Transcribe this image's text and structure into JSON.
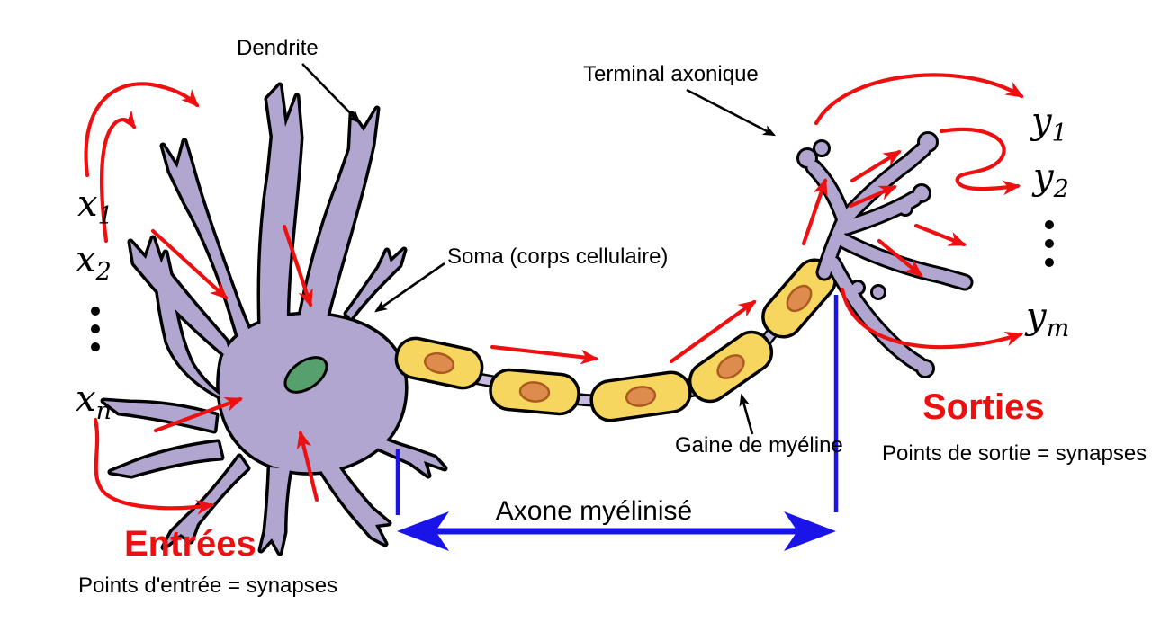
{
  "diagram": {
    "labels": {
      "dendrite": "Dendrite",
      "terminal": "Terminal axonique",
      "soma": "Soma (corps cellulaire)",
      "myelin": "Gaine de myéline",
      "axon": "Axone myélinisé"
    },
    "inputs": {
      "heading": "Entrées",
      "caption": "Points d'entrée = synapses",
      "vars": [
        {
          "base": "x",
          "sub": "1"
        },
        {
          "base": "x",
          "sub": "2"
        },
        {
          "base": "x",
          "sub": "n"
        }
      ]
    },
    "outputs": {
      "heading": "Sorties",
      "caption": "Points de sortie = synapses",
      "vars": [
        {
          "base": "y",
          "sub": "1"
        },
        {
          "base": "y",
          "sub": "2"
        },
        {
          "base": "y",
          "sub": "m"
        }
      ]
    },
    "colors": {
      "membrane": "#B1A6D0",
      "membrane-node": "#C5BBE0",
      "soma-nucleus": "#55A06C",
      "myelin": "#F6D65F",
      "myelin-nucleus": "#DE8B4E",
      "myelin-nucleus-border": "#AC5B20",
      "signal-red": "#EE1010",
      "measure-blue": "#1A14E8",
      "ink": "#000000",
      "background": "#FFFFFF"
    }
  }
}
